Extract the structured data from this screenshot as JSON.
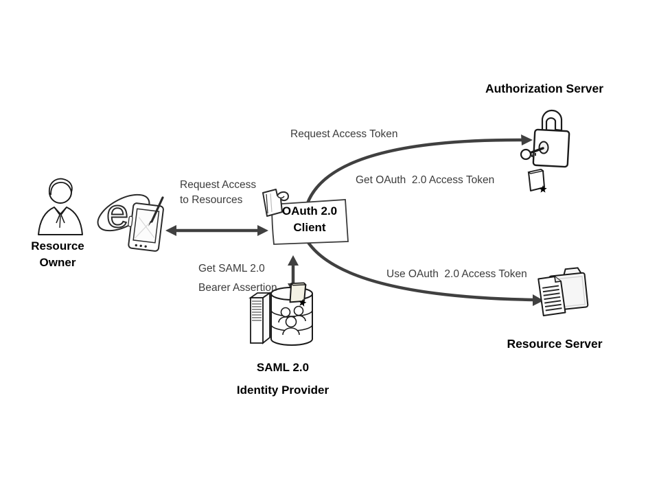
{
  "palette": {
    "background": "#ffffff",
    "arrow": "#404040",
    "edge_label_color": "#3b3b3b",
    "node_label_color": "#000000",
    "icon_stroke": "#1a1a1a"
  },
  "nodes": {
    "resource_owner": {
      "line1": "Resource",
      "line2": "Owner"
    },
    "oauth_client": {
      "line1": "OAuth 2.0",
      "line2": "Client"
    },
    "authorization_server": {
      "label": "Authorization Server"
    },
    "resource_server": {
      "label": "Resource Server"
    },
    "identity_provider": {
      "line1": "SAML 2.0",
      "line2": "Identity Provider"
    }
  },
  "edges": {
    "request_access_to_resources": {
      "line1": "Request Access",
      "line2": "to Resources"
    },
    "request_access_token": {
      "label": "Request Access Token"
    },
    "get_oauth_access_token": {
      "label": "Get OAuth  2.0 Access Token"
    },
    "use_oauth_access_token": {
      "label": "Use OAuth  2.0 Access Token"
    },
    "get_saml_bearer_assertion": {
      "line1": "Get SAML 2.0",
      "line2": "Bearer Assertion"
    }
  }
}
